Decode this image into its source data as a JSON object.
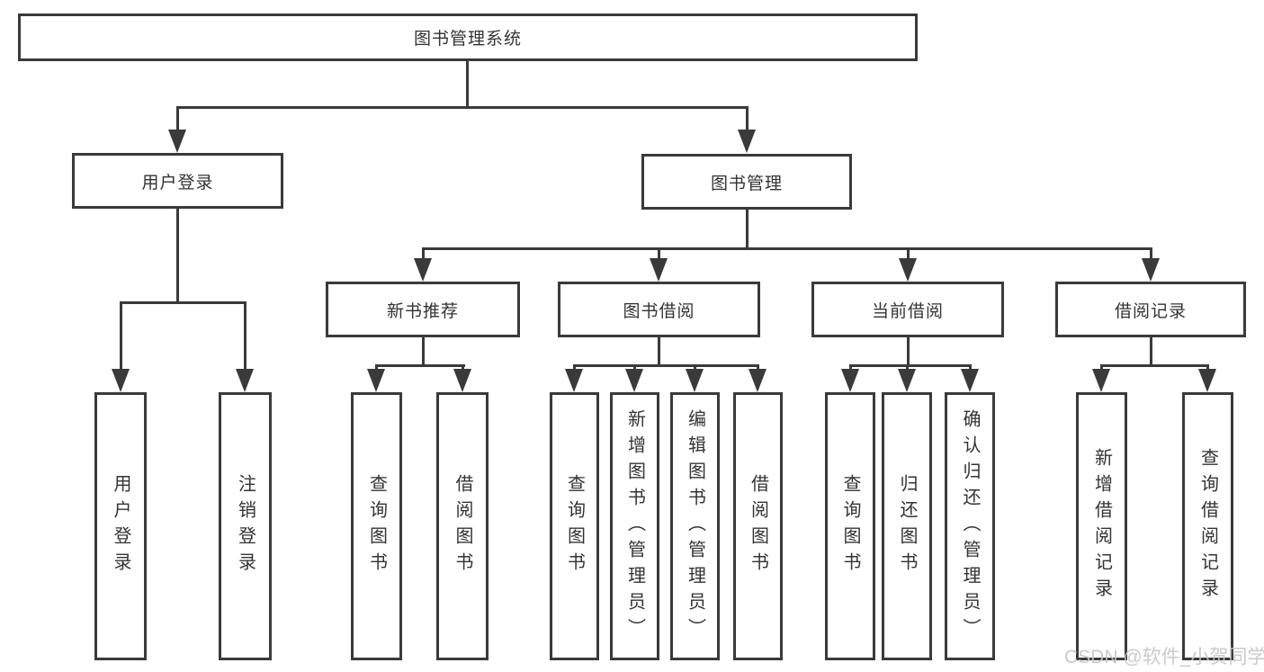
{
  "diagram": {
    "type": "tree",
    "root": {
      "label": "图书管理系统",
      "children": [
        {
          "label": "用户登录",
          "children": [
            {
              "label": "用户登录"
            },
            {
              "label": "注销登录"
            }
          ]
        },
        {
          "label": "图书管理",
          "children": [
            {
              "label": "新书推荐",
              "children": [
                {
                  "label": "查询图书"
                },
                {
                  "label": "借阅图书"
                }
              ]
            },
            {
              "label": "图书借阅",
              "children": [
                {
                  "label": "查询图书"
                },
                {
                  "label": "新增图书（管理员）"
                },
                {
                  "label": "编辑图书（管理员）"
                },
                {
                  "label": "借阅图书"
                }
              ]
            },
            {
              "label": "当前借阅",
              "children": [
                {
                  "label": "查询图书"
                },
                {
                  "label": "归还图书"
                },
                {
                  "label": "确认归还（管理员）"
                }
              ]
            },
            {
              "label": "借阅记录",
              "children": [
                {
                  "label": "新增借阅记录"
                },
                {
                  "label": "查询借阅记录"
                }
              ]
            }
          ]
        }
      ]
    }
  },
  "watermark": {
    "text": "CSDN @软件_小贺同学"
  },
  "colors": {
    "line": "#3a3a3a",
    "text": "#333333",
    "background": "#ffffff",
    "watermark": "#c6c6c6"
  }
}
